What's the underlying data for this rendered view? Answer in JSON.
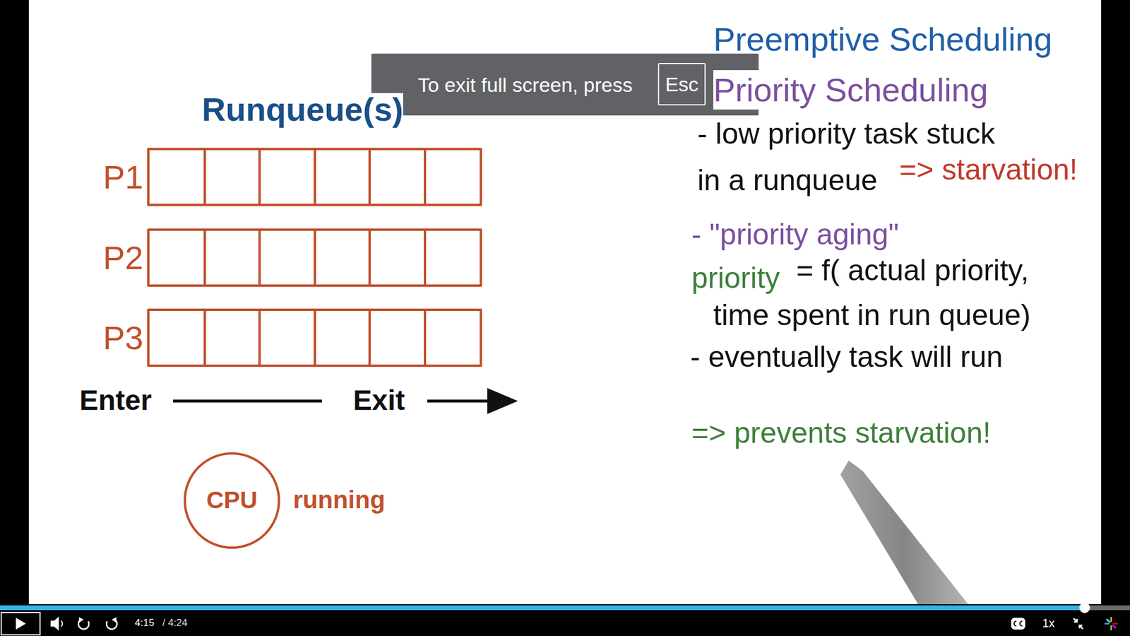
{
  "diagram": {
    "title": "Runqueue(s)",
    "nodes": [
      {
        "text": [
          "To exit full screen, press"
        ]
      },
      {
        "text": [
          "Esc"
        ],
        "in": 0
      },
      {
        "text": [
          "P1"
        ]
      },
      {
        "text": [
          "P2"
        ]
      },
      {
        "text": [
          "P3"
        ]
      },
      {
        "text": [
          "CPU"
        ]
      }
    ],
    "labels": [
      "Enter",
      "Exit",
      "running",
      "Preemptive Scheduling",
      "Priority Scheduling",
      "- low priority task stuck in a runqueue",
      "=> starvation!",
      "- \"priority aging\"",
      "priority",
      "= f( actual priority, time spent in run queue)",
      "- eventually task will run",
      "=> prevents starvation!",
      "4:15",
      "/ 4:24",
      "1x"
    ]
  }
}
